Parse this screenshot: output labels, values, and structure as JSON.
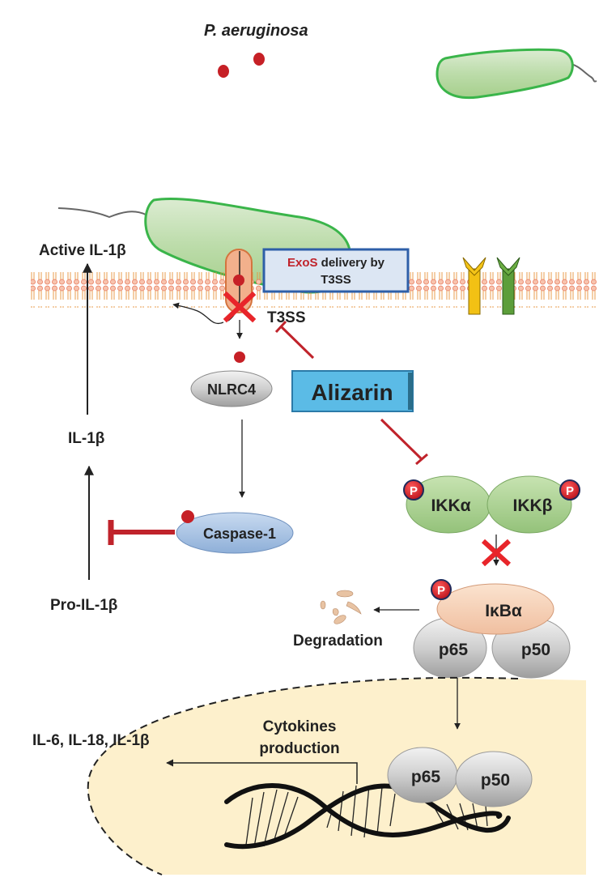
{
  "title": "P. aeruginosa",
  "labels": {
    "active_il1b": "Active IL-1β",
    "il1b": "IL-1β",
    "pro_il1b": "Pro-IL-1β",
    "t3ss": "T3SS",
    "exos_box_red": "ExoS",
    "exos_box_rest": " delivery by",
    "exos_box_line2": "T3SS",
    "nlrc4": "NLRC4",
    "alizarin": "Alizarin",
    "caspase1": "Caspase-1",
    "ikka": "IKKα",
    "ikkb": "IKKβ",
    "ikba": "IκBα",
    "p65": "p65",
    "p50": "p50",
    "degradation": "Degradation",
    "cytokines_line1": "Cytokines",
    "cytokines_line2": "production",
    "cytokine_list": "IL-6, IL-18, IL-1β",
    "phospho": "P"
  },
  "colors": {
    "inhibition": "#c0232b",
    "block_x": "#e8252a",
    "exos_dot": "#c62026",
    "alizarin_fill": "#5bbbe6",
    "nucleus_fill": "#fdf0cc",
    "bacterium_outline": "#3ab54a",
    "box_border": "#2e5fa8",
    "box_fill": "#dce6f3"
  }
}
